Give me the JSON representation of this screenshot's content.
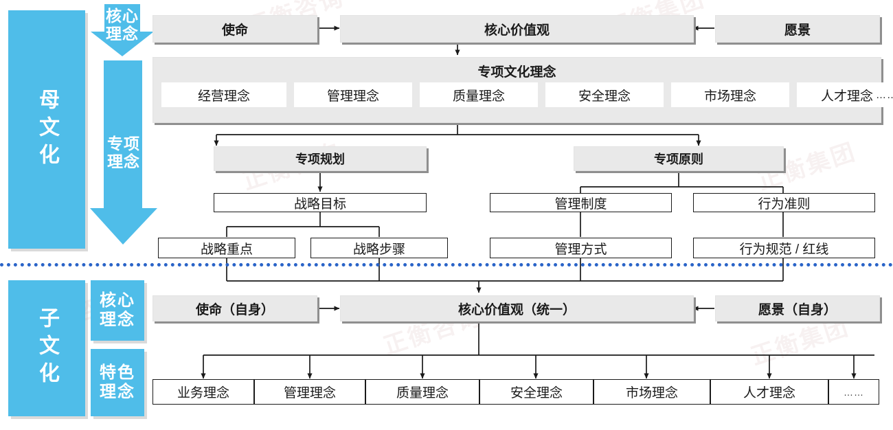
{
  "meta": {
    "title": "母文化 / 子文化 企业文化理念体系图",
    "accent_blue": "#4fbde9",
    "divider_blue": "#2a64c8",
    "panel_gray": "#e9e9e9",
    "shadow_gray": "#8f8f8f",
    "line_color": "#1a1a1a"
  },
  "watermarks": [
    "正衡咨询",
    "正衡集团",
    "正衡咨询",
    "正衡集团",
    "正衡咨询"
  ],
  "parent": {
    "band_label": "母文化",
    "stage_core": "核心\n理念",
    "stage_core_lines": [
      "核心",
      "理念"
    ],
    "stage_special": "专项\n理念",
    "stage_special_lines": [
      "专项",
      "理念"
    ],
    "row_top": [
      {
        "id": "mission",
        "label": "使命"
      },
      {
        "id": "core-values",
        "label": "核心价值观"
      },
      {
        "id": "vision",
        "label": "愿景"
      }
    ],
    "panel": {
      "title": "专项文化理念",
      "chips": [
        "经营理念",
        "管理理念",
        "质量理念",
        "安全理念",
        "市场理念",
        "人才理念"
      ],
      "chip_last_suffix": "……"
    },
    "branch_left": {
      "head": "专项规划",
      "level2": [
        "战略目标"
      ],
      "level3": [
        "战略重点",
        "战略步骤"
      ]
    },
    "branch_right": {
      "head": "专项原则",
      "level2": [
        "管理制度",
        "行为准则"
      ],
      "level3": [
        "管理方式",
        "行为规范 / 红线"
      ]
    }
  },
  "child": {
    "band_label": "子文化",
    "stage_core_lines": [
      "核心",
      "理念"
    ],
    "stage_feature_lines": [
      "特色",
      "理念"
    ],
    "row_top": [
      {
        "id": "mission-self",
        "label": "使命（自身）"
      },
      {
        "id": "core-values-unified",
        "label": "核心价值观（统一）"
      },
      {
        "id": "vision-self",
        "label": "愿景（自身）"
      }
    ],
    "row_bottom": [
      "业务理念",
      "管理理念",
      "质量理念",
      "安全理念",
      "市场理念",
      "人才理念",
      "……"
    ]
  }
}
